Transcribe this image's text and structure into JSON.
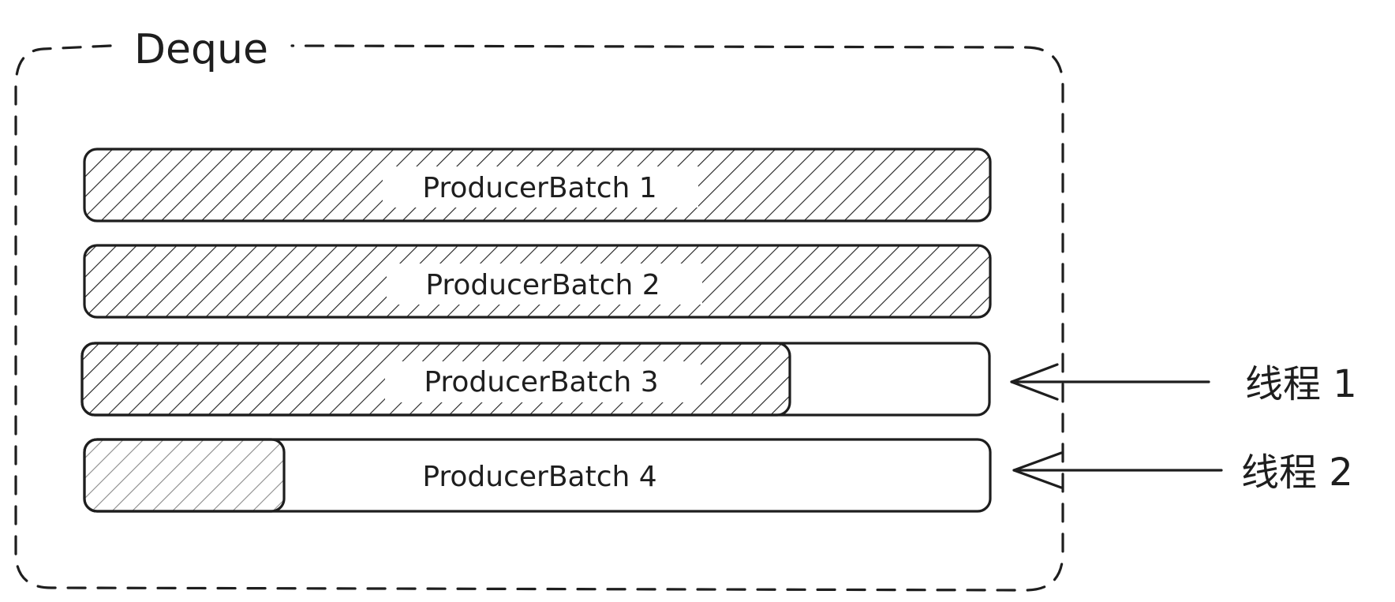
{
  "deque": {
    "title": "Deque"
  },
  "batches": [
    {
      "label": "ProducerBatch 1",
      "fill_fraction": 1.0
    },
    {
      "label": "ProducerBatch 2",
      "fill_fraction": 1.0
    },
    {
      "label": "ProducerBatch 3",
      "fill_fraction": 0.78
    },
    {
      "label": "ProducerBatch 4",
      "fill_fraction": 0.22
    }
  ],
  "threads": [
    {
      "label": "线程 1",
      "points_to_batch": 3
    },
    {
      "label": "线程 2",
      "points_to_batch": 4
    }
  ],
  "colors": {
    "stroke": "#1e1e1e",
    "hatch": "#1e1e1e",
    "hatch_light": "#8a8a8a",
    "background": "#ffffff"
  }
}
